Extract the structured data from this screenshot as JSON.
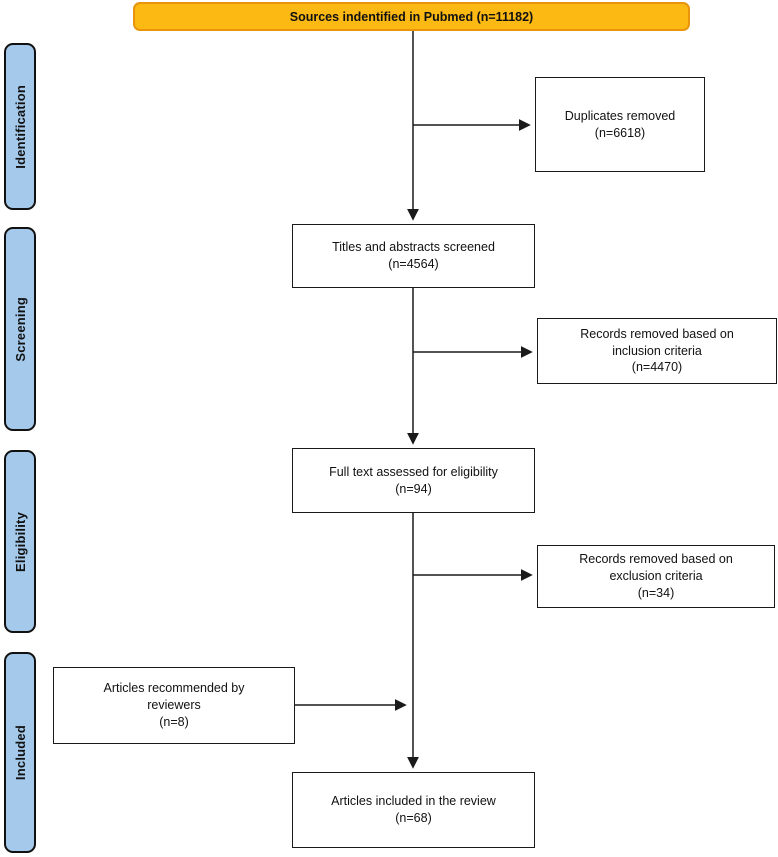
{
  "diagram": {
    "source_box": {
      "label": "Sources indentified in Pubmed (n=11182)"
    },
    "phases": [
      {
        "label": "Identification"
      },
      {
        "label": "Screening"
      },
      {
        "label": "Eligibility"
      },
      {
        "label": "Included"
      }
    ],
    "boxes": {
      "duplicates": {
        "lines": [
          "Duplicates removed",
          "(n=6618)"
        ]
      },
      "titles": {
        "lines": [
          "Titles and abstracts screened",
          "(n=4564)"
        ]
      },
      "inclusion": {
        "lines": [
          "Records removed based on",
          "inclusion criteria",
          "(n=4470)"
        ]
      },
      "fulltext": {
        "lines": [
          "Full text assessed for eligibility",
          "(n=94)"
        ]
      },
      "exclusion": {
        "lines": [
          "Records removed based on",
          "exclusion criteria",
          "(n=34)"
        ]
      },
      "recommended": {
        "lines": [
          "Articles recommended by",
          "reviewers",
          "(n=8)"
        ]
      },
      "included_review": {
        "lines": [
          "Articles included in the review",
          "(n=68)"
        ]
      }
    }
  },
  "colors": {
    "source_fill": "#FCB813",
    "source_border": "#E8950C",
    "phase_fill": "#A5C9EA",
    "phase_border": "#111111",
    "box_border": "#1a1a1a",
    "arrow_color": "#1a1a1a",
    "text_color": "#111111"
  }
}
